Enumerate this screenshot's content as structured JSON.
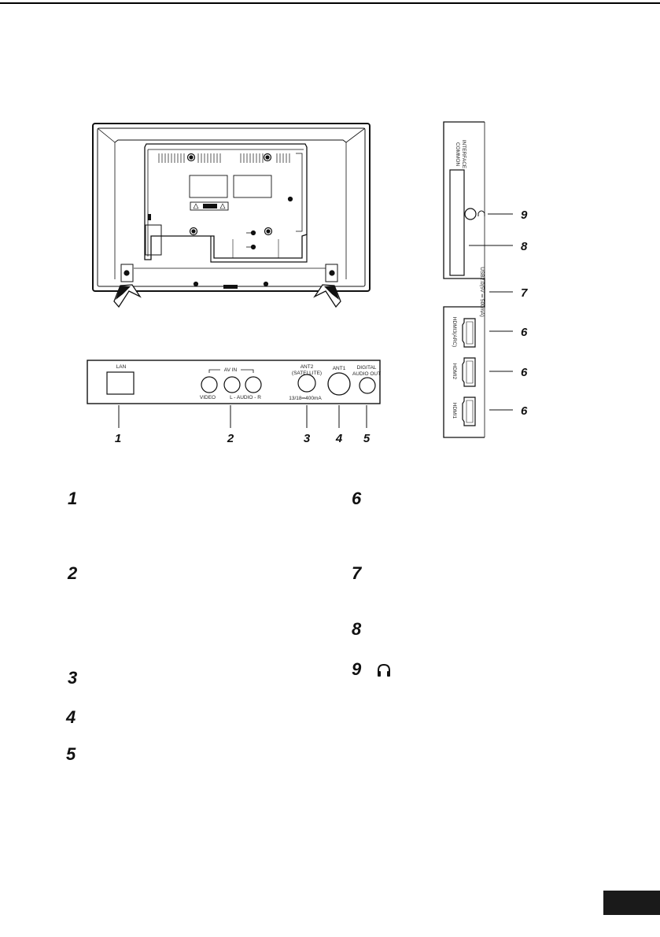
{
  "back_panel": {
    "lan": "LAN",
    "av_in": "AV IN",
    "video": "VIDEO",
    "audio": "L - AUDIO - R",
    "ant2": "ANT2",
    "satellite": "(SATELLITE)",
    "lnb": "13/18═400mA",
    "ant1": "ANT1",
    "digital": "DIGITAL",
    "audio_out": "AUDIO OUT"
  },
  "side_panel": {
    "ci_line1": "COMMON",
    "ci_line2": "INTERFACE",
    "usb": "USB2.0(5V ═ 500mA)",
    "hdmi3": "HDMI3(ARC)",
    "hdmi2": "HDMI2",
    "hdmi1": "HDMI1"
  },
  "callouts": {
    "c1": "1",
    "c2": "2",
    "c3": "3",
    "c4": "4",
    "c5": "5",
    "c6a": "6",
    "c6b": "6",
    "c6c": "6",
    "c7": "7",
    "c8": "8",
    "c9": "9"
  },
  "key": {
    "k1": "1",
    "k2": "2",
    "k3": "3",
    "k4": "4",
    "k5": "5",
    "k6": "6",
    "k7": "7",
    "k8": "8",
    "k9": "9"
  },
  "icons": {
    "headphone": "headphone-icon"
  }
}
